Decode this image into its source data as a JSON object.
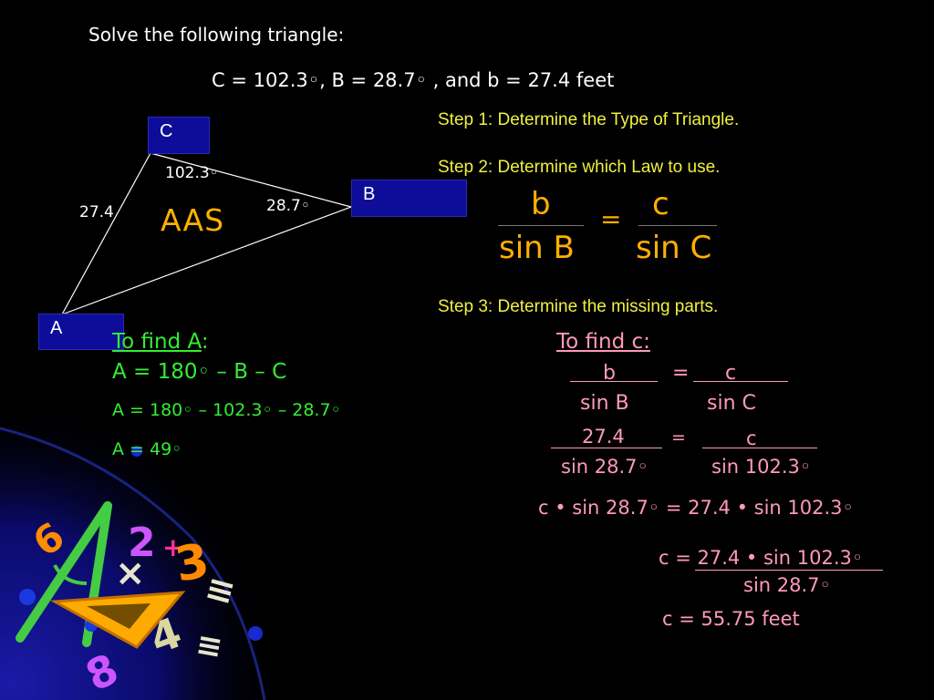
{
  "title": "Solve the following triangle:",
  "given": "C = 102.3◦, B = 28.7◦ , and b = 27.4 feet",
  "triangle": {
    "label_c": "C",
    "label_b": "B",
    "label_a": "A",
    "angle_c": "102.3◦",
    "angle_b": "28.7◦",
    "side_b": "27.4",
    "type": "AAS"
  },
  "steps": {
    "step1": "Step 1:  Determine the Type of Triangle.",
    "step2": "Step 2:  Determine which Law to use.",
    "step3": "Step 3:  Determine the missing parts."
  },
  "law": {
    "num_left": "b",
    "den_left": "sin B",
    "equals": "=",
    "num_right": "c",
    "den_right": "sin C"
  },
  "find_a": {
    "heading": "To find A",
    "heading_colon": ":",
    "line1": "A = 180◦ – B – C",
    "line2": "A = 180◦ – 102.3◦ – 28.7◦",
    "line3": "A = 49◦"
  },
  "find_c": {
    "heading": "To find c:",
    "eq1_num_left": "b",
    "eq1_den_left": "sin B",
    "eq1_equals": "=",
    "eq1_num_right": "c",
    "eq1_den_right": "sin C",
    "eq2_num_left": "27.4",
    "eq2_den_left": "sin 28.7◦",
    "eq2_equals": "=",
    "eq2_num_right": "c",
    "eq2_den_right": "sin 102.3◦",
    "cross": "c • sin 28.7◦ = 27.4 • sin 102.3◦",
    "solve_prefix": "c = ",
    "solve_num": "27.4 • sin 102.3◦",
    "solve_den": "sin 28.7◦",
    "result": "c = 55.75 feet"
  },
  "decor_glyphs": {
    "six": "6",
    "two": "2",
    "plus": "+",
    "three": "3",
    "times": "×",
    "four": "4",
    "eight": "8",
    "lines1": "≡",
    "lines2": "≡"
  },
  "colors": {
    "background": "#000000",
    "box_fill": "#0d0d99",
    "step_text": "#f0f040",
    "aas": "#ffb000",
    "find_a": "#33ee33",
    "find_c": "#ff9ab8"
  }
}
